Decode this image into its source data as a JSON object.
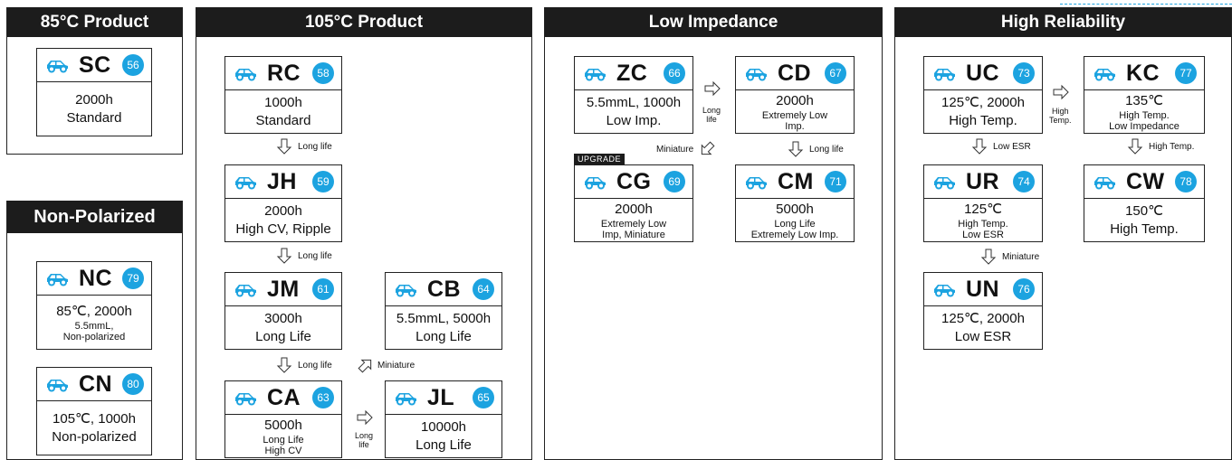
{
  "panels": {
    "p85": "85°C Product",
    "p105": "105°C Product",
    "low": "Low Impedance",
    "high": "High Reliability",
    "nonpol": "Non-Polarized"
  },
  "cards": {
    "SC": {
      "code": "SC",
      "page": "56",
      "l1": "2000h",
      "l2": "Standard"
    },
    "NC": {
      "code": "NC",
      "page": "79",
      "l1": "85℃, 2000h",
      "l2": "5.5mmL,",
      "l3": "Non-polarized"
    },
    "CN": {
      "code": "CN",
      "page": "80",
      "l1": "105℃, 1000h",
      "l2": "Non-polarized"
    },
    "RC": {
      "code": "RC",
      "page": "58",
      "l1": "1000h",
      "l2": "Standard"
    },
    "JH": {
      "code": "JH",
      "page": "59",
      "l1": "2000h",
      "l2": "High CV, Ripple"
    },
    "JM": {
      "code": "JM",
      "page": "61",
      "l1": "3000h",
      "l2": "Long Life"
    },
    "CB": {
      "code": "CB",
      "page": "64",
      "l1": "5.5mmL, 5000h",
      "l2": "Long Life"
    },
    "CA": {
      "code": "CA",
      "page": "63",
      "l1": "5000h",
      "l2": "Long Life",
      "l3": "High CV"
    },
    "JL": {
      "code": "JL",
      "page": "65",
      "l1": "10000h",
      "l2": "Long Life"
    },
    "ZC": {
      "code": "ZC",
      "page": "66",
      "l1": "5.5mmL, 1000h",
      "l2": "Low Imp."
    },
    "CD": {
      "code": "CD",
      "page": "67",
      "l1": "2000h",
      "l2": "Extremely Low",
      "l3": "Imp."
    },
    "CG": {
      "code": "CG",
      "page": "69",
      "l1": "2000h",
      "l2": "Extremely Low",
      "l3": "Imp, Miniature"
    },
    "CM": {
      "code": "CM",
      "page": "71",
      "l1": "5000h",
      "l2": "Long Life",
      "l3": "Extremely Low Imp."
    },
    "UC": {
      "code": "UC",
      "page": "73",
      "l1": "125℃, 2000h",
      "l2": "High Temp."
    },
    "KC": {
      "code": "KC",
      "page": "77",
      "l1": "135℃",
      "l2": "High Temp.",
      "l3": "Low Impedance"
    },
    "UR": {
      "code": "UR",
      "page": "74",
      "l1": "125℃",
      "l2": "High Temp.",
      "l3": "Low ESR"
    },
    "CW": {
      "code": "CW",
      "page": "78",
      "l1": "150℃",
      "l2": "High Temp."
    },
    "UN": {
      "code": "UN",
      "page": "76",
      "l1": "125℃, 2000h",
      "l2": "Low ESR"
    }
  },
  "arrows": {
    "rc_jh": "Long life",
    "jh_jm": "Long life",
    "jm_ca": "Long life",
    "jm_cb": "Miniature",
    "ca_jl": "Long",
    "ca_jl2": "life",
    "zc_cd": "Long",
    "zc_cd2": "life",
    "cd_cm": "Long life",
    "cd_cg": "Miniature",
    "uc_ur": "Low ESR",
    "ur_un": "Miniature",
    "kc_cw": "High Temp.",
    "uc_kc": "High",
    "uc_kc2": "Temp."
  },
  "badge": "UPGRADE",
  "icons": {
    "car": "car-icon",
    "arrow": "hollow-arrow-icon"
  },
  "colors": {
    "accent": "#1ca3e0",
    "header": "#1c1c1c"
  }
}
